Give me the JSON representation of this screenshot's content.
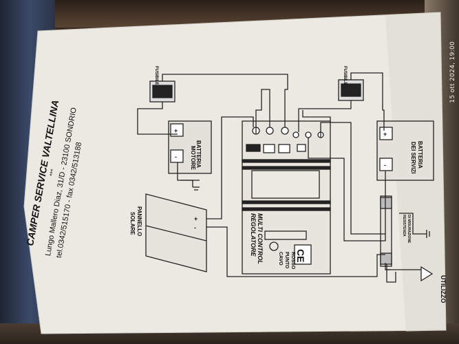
{
  "photo": {
    "timestamp": "15 ott 2024, 19:00"
  },
  "header": {
    "company": "CAMPER SERVICE VALTELLINA",
    "stars": "***",
    "address": "Lungo Mallero Diaz, 31/D - 23100 SONDRIO",
    "phone": "tel.0342/515170 - fax 0342/513188"
  },
  "diagram": {
    "fuse_left": "FUSIBILE",
    "fuse_right": "FUSIBILE",
    "battery_motor": [
      "BATTERIA",
      "MOTORE"
    ],
    "battery_services": [
      "BATTERIA",
      "DEI SERVIZI"
    ],
    "solar_panel": [
      "PANNELLO",
      "SOLARE"
    ],
    "regulator": [
      "REGOLATORE",
      "MULTI CONTROL"
    ],
    "red_wire": [
      "CAVO",
      "PUNTO",
      "ROSSO"
    ],
    "shunt": [
      "RESISTENZA",
      "DI MISURAZIONE"
    ],
    "output": "UTILIZZO",
    "ce_mark": "CE",
    "plus": "+",
    "minus": "-",
    "ground_symbol": "ground"
  }
}
